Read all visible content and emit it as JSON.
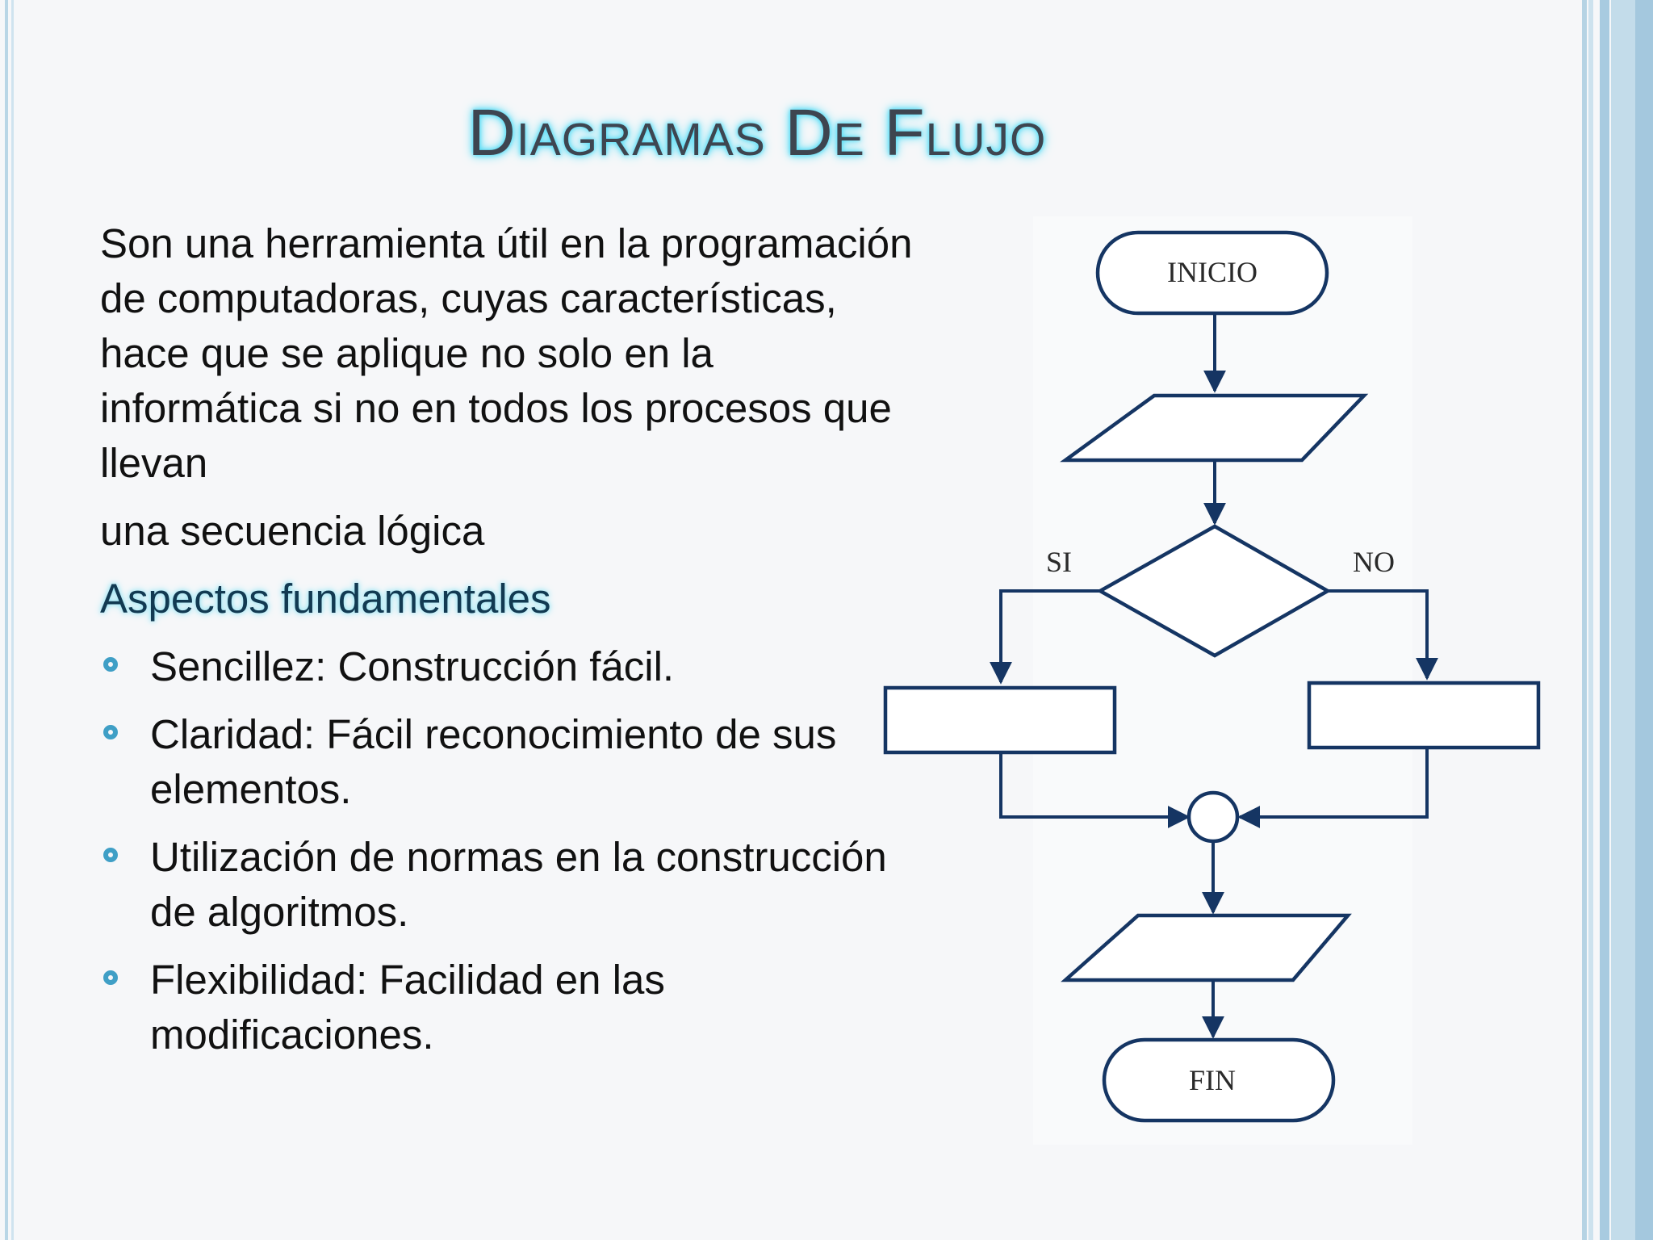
{
  "slide": {
    "title": "Diagramas De Flujo",
    "paragraphs": [
      "Son una herramienta útil en la programación de computadoras, cuyas características, hace que se aplique no solo en la informática si no en todos los procesos que llevan",
      "una secuencia lógica"
    ],
    "subheading": "Aspectos fundamentales",
    "bullets": [
      "Sencillez: Construcción fácil.",
      "Claridad: Fácil reconocimiento de sus elementos.",
      "Utilización de normas en la construcción de algoritmos.",
      "Flexibilidad: Facilidad en las modificaciones."
    ]
  },
  "flowchart": {
    "start_label": "INICIO",
    "end_label": "FIN",
    "yes_label": "SI",
    "no_label": "NO"
  },
  "colors": {
    "accent": "#3f9fc6",
    "flowchart_stroke": "#153563",
    "title_glow": "#46d9f5"
  }
}
